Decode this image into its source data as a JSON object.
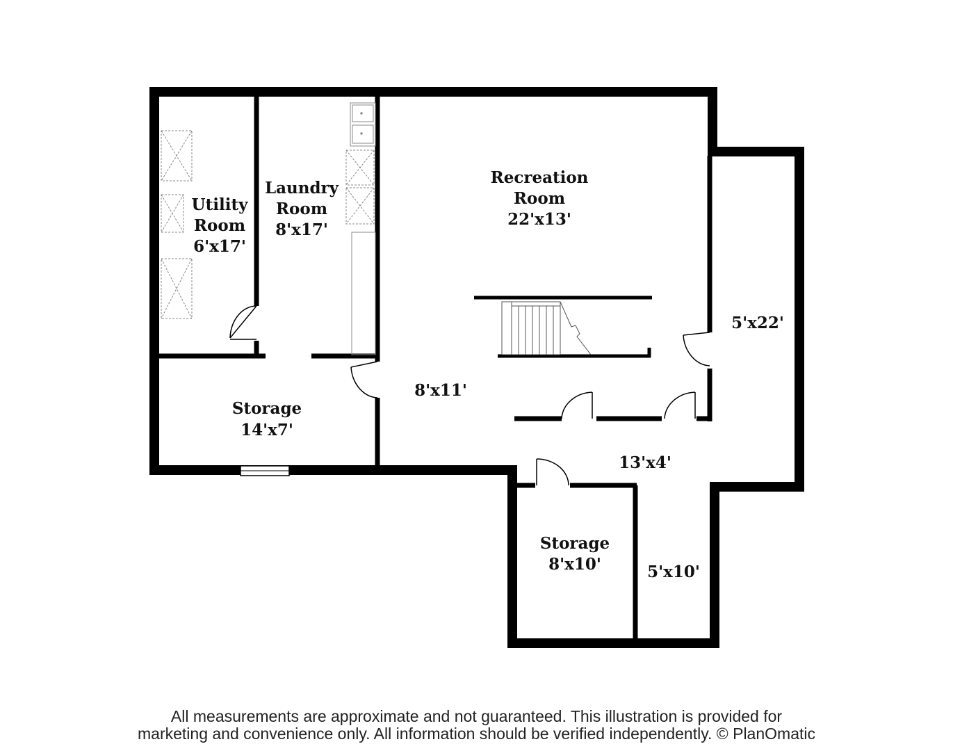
{
  "rooms": {
    "utility": {
      "name1": "Utility",
      "name2": "Room",
      "size": "6'x17'"
    },
    "laundry": {
      "name1": "Laundry",
      "name2": "Room",
      "size": "8'x17'"
    },
    "recreation": {
      "name1": "Recreation",
      "name2": "Room",
      "size": "22'x13'"
    },
    "hall_8x11": {
      "size": "8'x11'"
    },
    "side_5x22": {
      "size": "5'x22'"
    },
    "storage_west": {
      "name": "Storage",
      "size": "14'x7'"
    },
    "hall_13x4": {
      "size": "13'x4'"
    },
    "storage_south": {
      "name": "Storage",
      "size": "8'x10'"
    },
    "closet_5x10": {
      "size": "5'x10'"
    }
  },
  "disclaimer": {
    "line1": "All measurements are approximate and not guaranteed. This illustration is provided for",
    "line2": "marketing and convenience only. All information should be verified independently. © PlanOmatic"
  },
  "colors": {
    "wall": "#000000",
    "fixture": "#999999",
    "background": "#ffffff"
  }
}
